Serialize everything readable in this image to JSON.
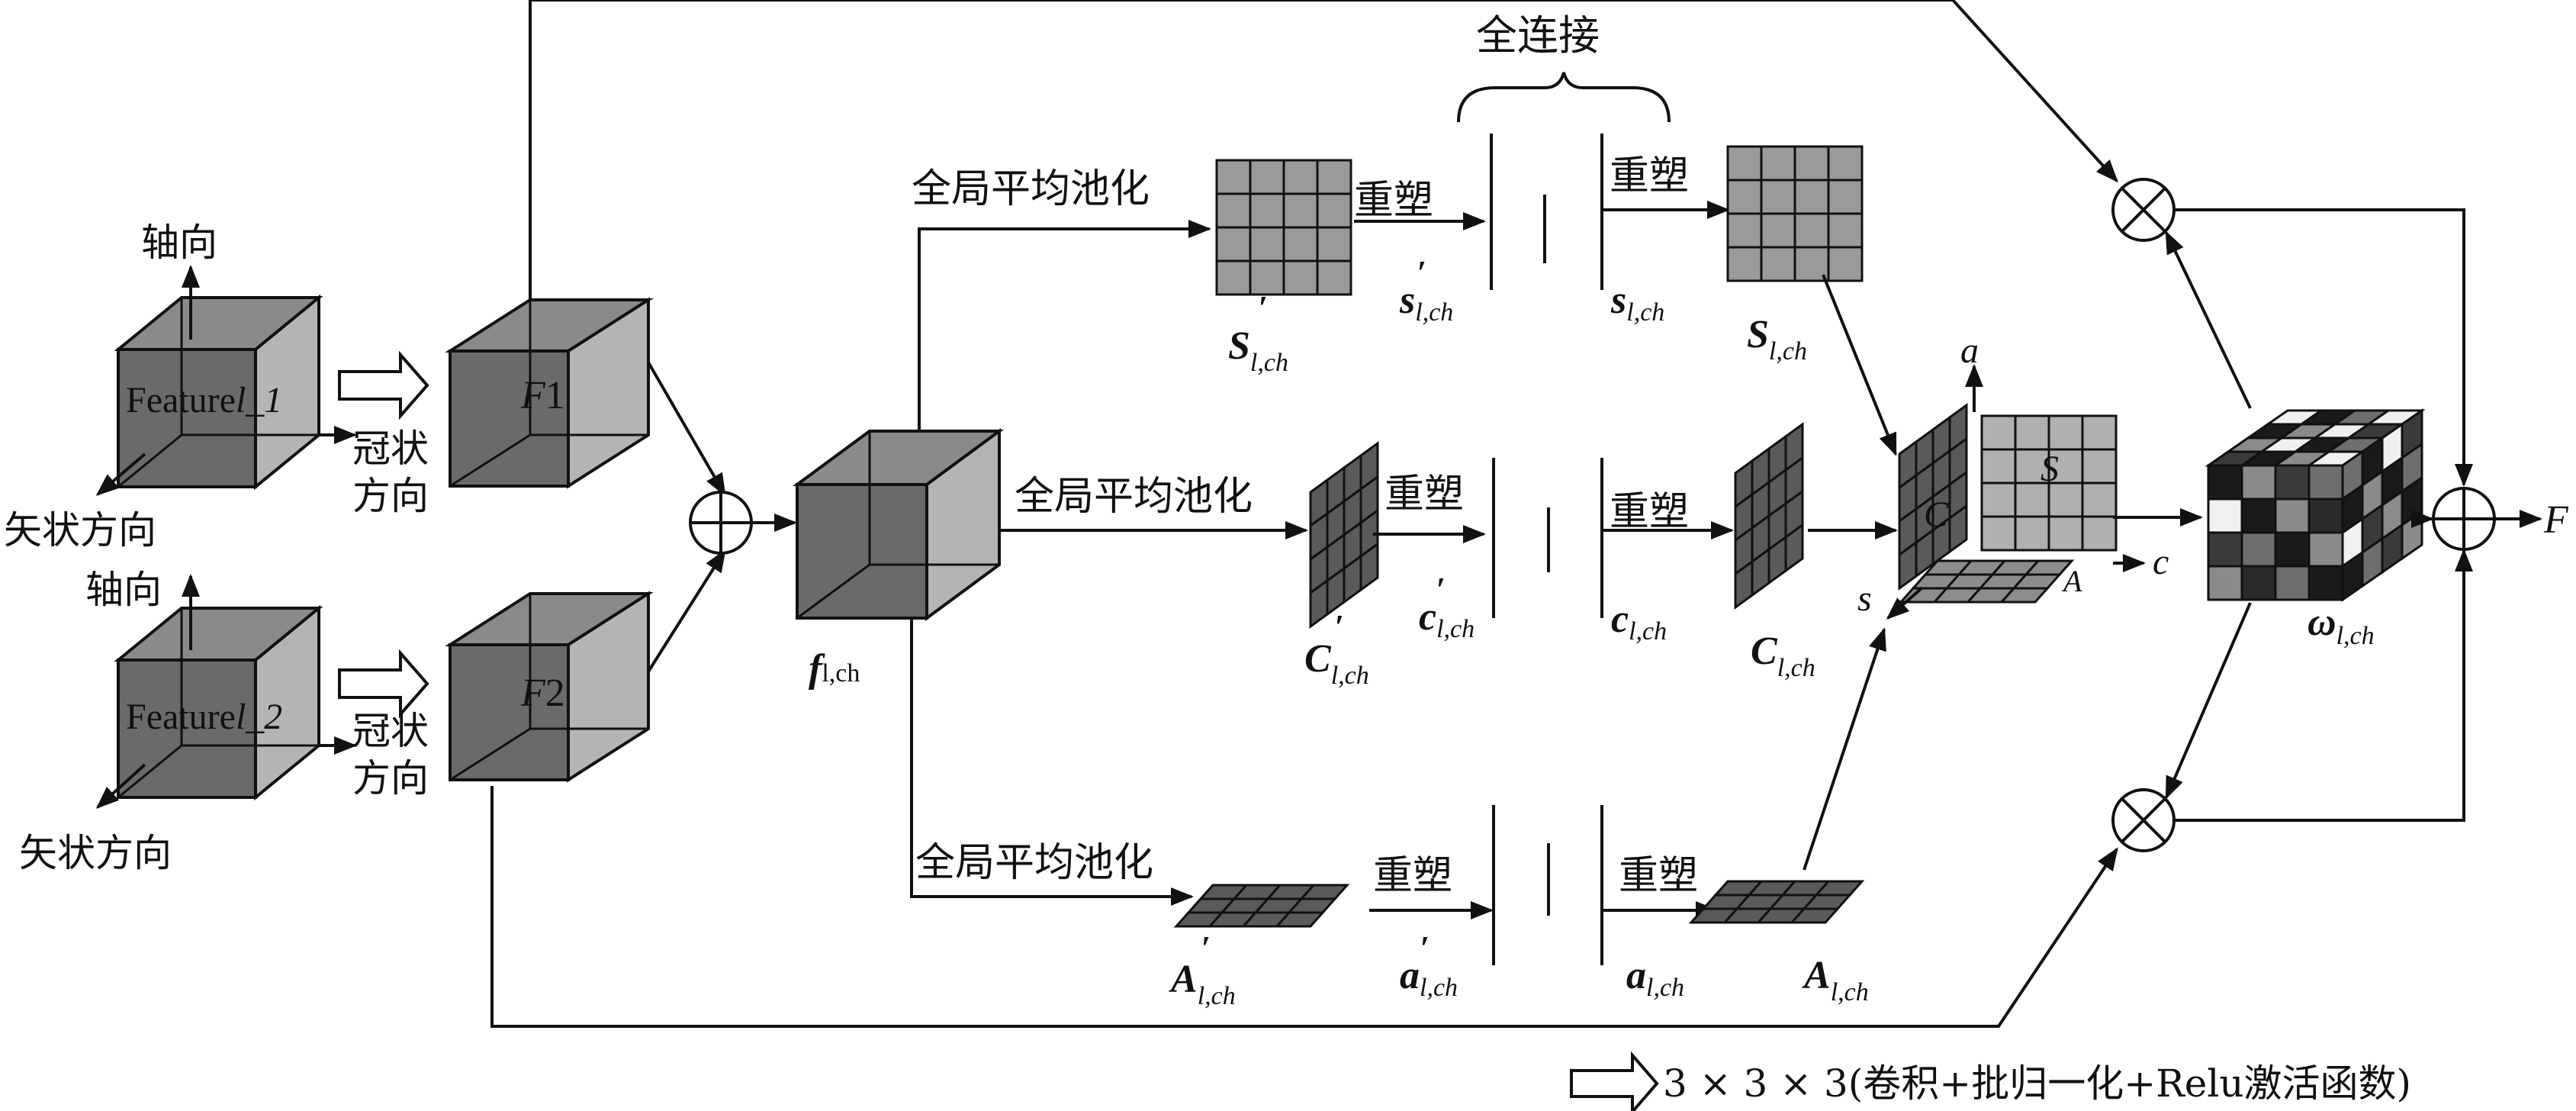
{
  "labels": {
    "axis_top_1": "轴向",
    "coronal_1_line1": "冠状",
    "coronal_1_line2": "方向",
    "sagittal_1": "矢状方向",
    "axis_top_2": "轴向",
    "coronal_2_line1": "冠状",
    "coronal_2_line2": "方向",
    "sagittal_2": "矢状方向",
    "feature1": "Feature",
    "feature1_sub": "l_1",
    "feature2": "Feature",
    "feature2_sub": "l_2",
    "F1": "F",
    "F1_sub": "1",
    "F2": "F",
    "F2_sub": "2",
    "f_main": "f",
    "f_main_sub": "l,ch",
    "full_connect": "全连接",
    "gap_top": "全局平均池化",
    "gap_mid": "全局平均池化",
    "gap_bot": "全局平均池化",
    "reshape": "重塑",
    "S_prime": "S",
    "s_prime": "s",
    "s_vec": "s",
    "S_out": "S",
    "C_prime": "C",
    "c_prime": "c",
    "c_vec": "c",
    "C_out": "C",
    "A_prime": "A",
    "a_prime": "a",
    "a_vec": "a",
    "A_out": "A",
    "sub_lch": "l,ch",
    "axis_a": "a",
    "axis_s": "s",
    "axis_c": "c",
    "cube_S": "S",
    "cube_C": "C",
    "cube_A": "A",
    "omega": "ω",
    "out_F": "F",
    "legend_text": "3 × 3 × 3(卷积+批归一化+Relu激活函数)"
  },
  "colors": {
    "cube_dark": "#6e6e6e",
    "cube_mid": "#8c8c8c",
    "cube_light": "#b0b0b0",
    "grid_fill": "#9a9a9a",
    "grid_dark": "#5a5a5a",
    "omega_black": "#1a1a1a",
    "omega_white": "#f0f0f0",
    "omega_gray": "#8a8a8a",
    "line": "#111111"
  }
}
